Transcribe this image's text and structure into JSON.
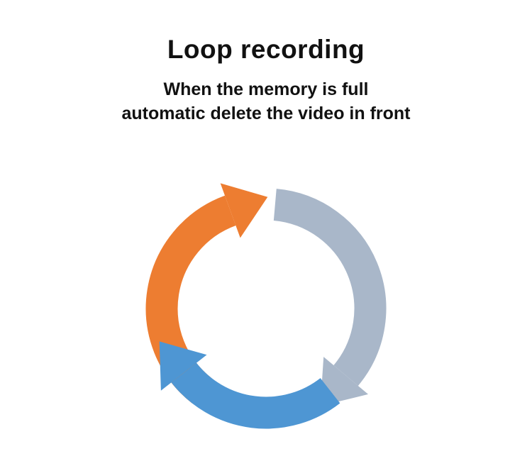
{
  "header": {
    "title": "Loop recording",
    "subtitle_line1": "When the memory is full",
    "subtitle_line2": "automatic delete the video in front"
  },
  "diagram": {
    "description": "circular loop of three arc arrows",
    "colors": {
      "orange": "#ED7D31",
      "gray": "#A9B7C9",
      "blue": "#4E96D3"
    },
    "background": "#FFFFFF"
  }
}
